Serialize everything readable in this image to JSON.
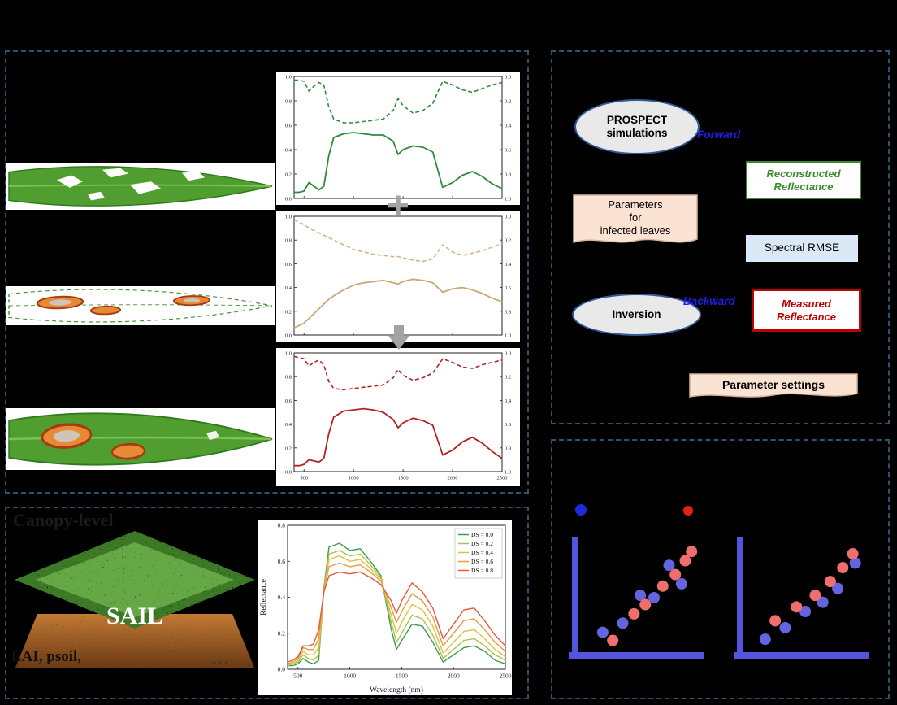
{
  "colors": {
    "panel_border": "#2c526e",
    "forward_backward_blue": "#1f1fe8",
    "reconstructed_green": "#3a8a2e",
    "measured_red": "#c00000",
    "banner_peach": "#fbe3d4",
    "rmse_bg": "#dbe9f6",
    "operator_gray": "#a3a3a3",
    "scatter_axis_blue": "#5454dc",
    "scatter_point_blue": "#6464e0",
    "scatter_point_red": "#ef6e6e"
  },
  "panel_a": {
    "plus": "+"
  },
  "panel_b": {
    "prospect": "PROSPECT\nsimulations",
    "forward": "Forward",
    "reconstructed": "Reconstructed\nReflectance",
    "parameters": "Parameters\nfor\ninfected leaves",
    "rmse": "Spectral RMSE",
    "inversion": "Inversion",
    "backward": "Backward",
    "measured": "Measured\nReflectance",
    "parameter_settings": "Parameter settings"
  },
  "panel_c": {
    "heading": "Canopy-level",
    "sail": "SAIL",
    "inputs": "LAI, psoil,",
    "ellipsis": "…"
  },
  "chart_data": {
    "healthy_leaf": {
      "type": "line",
      "xlim": [
        400,
        2500
      ],
      "ylim": [
        0,
        1
      ],
      "yticks": [
        0.0,
        0.2,
        0.4,
        0.6,
        0.8,
        1.0
      ],
      "right_axis": {
        "reversed": true,
        "ticks": [
          0.0,
          0.2,
          0.4,
          0.6,
          0.8,
          1.0
        ]
      },
      "xticks": [
        500,
        1000,
        1500,
        2000,
        2500
      ],
      "show_xtick_labels": false,
      "tick_font": 6.5,
      "margins": {
        "l": 22,
        "r": 22,
        "t": 6,
        "b": 8
      },
      "x": [
        400,
        450,
        500,
        550,
        600,
        650,
        700,
        750,
        800,
        900,
        1000,
        1100,
        1200,
        1300,
        1400,
        1450,
        1500,
        1600,
        1700,
        1800,
        1900,
        2000,
        2100,
        2200,
        2300,
        2400,
        2500
      ],
      "series": [
        {
          "name": "reflectance",
          "style": "solid",
          "color": "#2e8b3a",
          "width": 1.8,
          "values": [
            0.05,
            0.05,
            0.06,
            0.13,
            0.1,
            0.07,
            0.1,
            0.35,
            0.5,
            0.53,
            0.54,
            0.53,
            0.52,
            0.52,
            0.47,
            0.36,
            0.4,
            0.43,
            0.42,
            0.38,
            0.09,
            0.13,
            0.19,
            0.22,
            0.18,
            0.12,
            0.08
          ]
        },
        {
          "name": "transmittance",
          "style": "dashed",
          "color": "#2e8b3a",
          "width": 1.6,
          "values": [
            0.97,
            0.97,
            0.96,
            0.88,
            0.92,
            0.95,
            0.93,
            0.75,
            0.65,
            0.62,
            0.62,
            0.63,
            0.64,
            0.65,
            0.72,
            0.82,
            0.76,
            0.7,
            0.72,
            0.78,
            0.96,
            0.93,
            0.89,
            0.87,
            0.9,
            0.93,
            0.95
          ]
        }
      ]
    },
    "lesion_tissue": {
      "type": "line",
      "xlim": [
        400,
        2500
      ],
      "ylim": [
        0,
        1
      ],
      "yticks": [
        0.0,
        0.2,
        0.4,
        0.6,
        0.8,
        1.0
      ],
      "right_axis": {
        "reversed": true,
        "ticks": [
          0.0,
          0.2,
          0.4,
          0.6,
          0.8,
          1.0
        ]
      },
      "xticks": [
        500,
        1000,
        1500,
        2000,
        2500
      ],
      "show_xtick_labels": false,
      "tick_font": 6.5,
      "margins": {
        "l": 22,
        "r": 22,
        "t": 6,
        "b": 8
      },
      "x": [
        400,
        450,
        500,
        550,
        600,
        650,
        700,
        750,
        800,
        900,
        1000,
        1100,
        1200,
        1300,
        1400,
        1450,
        1500,
        1600,
        1700,
        1800,
        1900,
        2000,
        2100,
        2200,
        2300,
        2400,
        2500
      ],
      "series": [
        {
          "name": "reflectance",
          "style": "solid",
          "color": "#c9a878",
          "width": 1.8,
          "values": [
            0.06,
            0.08,
            0.1,
            0.14,
            0.18,
            0.22,
            0.26,
            0.3,
            0.33,
            0.38,
            0.42,
            0.44,
            0.45,
            0.46,
            0.44,
            0.43,
            0.45,
            0.47,
            0.46,
            0.44,
            0.36,
            0.39,
            0.4,
            0.38,
            0.35,
            0.31,
            0.28
          ]
        },
        {
          "name": "transmittance",
          "style": "dashed",
          "color": "#d4b48a",
          "width": 1.6,
          "values": [
            0.97,
            0.95,
            0.93,
            0.9,
            0.88,
            0.86,
            0.84,
            0.82,
            0.8,
            0.76,
            0.72,
            0.7,
            0.68,
            0.67,
            0.66,
            0.66,
            0.65,
            0.63,
            0.62,
            0.64,
            0.76,
            0.7,
            0.67,
            0.69,
            0.71,
            0.74,
            0.77
          ]
        }
      ]
    },
    "infected_leaf": {
      "type": "line",
      "xlim": [
        400,
        2500
      ],
      "ylim": [
        0,
        1
      ],
      "yticks": [
        0.0,
        0.2,
        0.4,
        0.6,
        0.8,
        1.0
      ],
      "right_axis": {
        "reversed": true,
        "ticks": [
          0.0,
          0.2,
          0.4,
          0.6,
          0.8,
          1.0
        ]
      },
      "xticks": [
        500,
        1000,
        1500,
        2000,
        2500
      ],
      "show_xtick_labels": true,
      "tick_font": 6.5,
      "margins": {
        "l": 22,
        "r": 22,
        "t": 6,
        "b": 18
      },
      "x": [
        400,
        450,
        500,
        550,
        600,
        650,
        700,
        750,
        800,
        900,
        1000,
        1100,
        1200,
        1300,
        1400,
        1450,
        1500,
        1600,
        1700,
        1800,
        1900,
        2000,
        2100,
        2200,
        2300,
        2400,
        2500
      ],
      "series": [
        {
          "name": "reflectance",
          "style": "solid",
          "color": "#b22222",
          "width": 1.8,
          "values": [
            0.05,
            0.05,
            0.06,
            0.1,
            0.09,
            0.08,
            0.11,
            0.32,
            0.46,
            0.51,
            0.52,
            0.53,
            0.52,
            0.5,
            0.44,
            0.37,
            0.41,
            0.45,
            0.43,
            0.39,
            0.14,
            0.18,
            0.25,
            0.29,
            0.24,
            0.17,
            0.11
          ]
        },
        {
          "name": "transmittance",
          "style": "dashed",
          "color": "#b22222",
          "width": 1.6,
          "values": [
            0.97,
            0.96,
            0.95,
            0.89,
            0.92,
            0.94,
            0.9,
            0.76,
            0.7,
            0.69,
            0.7,
            0.71,
            0.72,
            0.73,
            0.79,
            0.86,
            0.81,
            0.77,
            0.79,
            0.83,
            0.95,
            0.92,
            0.88,
            0.87,
            0.9,
            0.92,
            0.94
          ]
        }
      ]
    },
    "canopy": {
      "type": "line",
      "xlim": [
        400,
        2500
      ],
      "ylim": [
        0,
        0.8
      ],
      "yticks": [
        0.0,
        0.2,
        0.4,
        0.6,
        0.8
      ],
      "xticks": [
        500,
        1000,
        1500,
        2000,
        2500
      ],
      "show_xtick_labels": true,
      "tick_font": 7.5,
      "xlabel": "Wavelength (nm)",
      "ylabel": "Reflectance",
      "margins": {
        "l": 36,
        "r": 8,
        "t": 6,
        "b": 32
      },
      "legend": [
        {
          "label": "DS = 0.0",
          "color": "#3f9b4f"
        },
        {
          "label": "DS = 0.2",
          "color": "#a9c34b"
        },
        {
          "label": "DS = 0.4",
          "color": "#e2c03e"
        },
        {
          "label": "DS = 0.6",
          "color": "#eb9a3c"
        },
        {
          "label": "DS = 0.8",
          "color": "#e25b3c"
        }
      ],
      "x": [
        400,
        450,
        500,
        550,
        600,
        650,
        700,
        750,
        800,
        900,
        1000,
        1100,
        1200,
        1300,
        1400,
        1450,
        1500,
        1600,
        1700,
        1800,
        1900,
        2000,
        2100,
        2200,
        2300,
        2400,
        2500
      ],
      "series": [
        {
          "name": "DS = 0.0",
          "style": "solid",
          "color": "#3f9b4f",
          "width": 1.4,
          "values": [
            0.02,
            0.02,
            0.03,
            0.06,
            0.04,
            0.03,
            0.05,
            0.45,
            0.68,
            0.7,
            0.66,
            0.67,
            0.6,
            0.52,
            0.22,
            0.11,
            0.16,
            0.25,
            0.24,
            0.15,
            0.04,
            0.08,
            0.12,
            0.13,
            0.1,
            0.05,
            0.03
          ]
        },
        {
          "name": "DS = 0.2",
          "style": "solid",
          "color": "#a9c34b",
          "width": 1.4,
          "values": [
            0.02,
            0.03,
            0.04,
            0.08,
            0.06,
            0.05,
            0.08,
            0.44,
            0.64,
            0.66,
            0.63,
            0.64,
            0.58,
            0.51,
            0.26,
            0.15,
            0.2,
            0.3,
            0.28,
            0.19,
            0.06,
            0.11,
            0.16,
            0.17,
            0.13,
            0.08,
            0.05
          ]
        },
        {
          "name": "DS = 0.4",
          "style": "solid",
          "color": "#e2c03e",
          "width": 1.4,
          "values": [
            0.03,
            0.03,
            0.05,
            0.1,
            0.08,
            0.08,
            0.12,
            0.44,
            0.61,
            0.63,
            0.6,
            0.61,
            0.56,
            0.5,
            0.3,
            0.2,
            0.26,
            0.36,
            0.33,
            0.24,
            0.09,
            0.15,
            0.21,
            0.22,
            0.17,
            0.11,
            0.07
          ]
        },
        {
          "name": "DS = 0.6",
          "style": "solid",
          "color": "#eb9a3c",
          "width": 1.4,
          "values": [
            0.03,
            0.04,
            0.06,
            0.12,
            0.11,
            0.11,
            0.17,
            0.44,
            0.57,
            0.59,
            0.57,
            0.58,
            0.54,
            0.49,
            0.34,
            0.26,
            0.32,
            0.42,
            0.38,
            0.29,
            0.13,
            0.2,
            0.27,
            0.28,
            0.22,
            0.15,
            0.1
          ]
        },
        {
          "name": "DS = 0.8",
          "style": "solid",
          "color": "#e25b3c",
          "width": 1.4,
          "values": [
            0.04,
            0.05,
            0.07,
            0.13,
            0.13,
            0.14,
            0.22,
            0.43,
            0.52,
            0.54,
            0.53,
            0.54,
            0.51,
            0.47,
            0.38,
            0.31,
            0.38,
            0.48,
            0.43,
            0.34,
            0.17,
            0.25,
            0.33,
            0.34,
            0.27,
            0.19,
            0.13
          ]
        }
      ]
    },
    "scatter_left": {
      "type": "scatter",
      "xlim": [
        0,
        1
      ],
      "ylim": [
        0,
        1
      ],
      "axis_style": "thick-L",
      "axis_color": "#5454dc",
      "point_r": 7,
      "margins": {
        "l": 10,
        "r": 6,
        "t": 6,
        "b": 10
      },
      "series": [
        {
          "name": "blue-points",
          "color": "#6464e0",
          "points": [
            [
              0.22,
              0.2
            ],
            [
              0.38,
              0.28
            ],
            [
              0.52,
              0.52
            ],
            [
              0.63,
              0.5
            ],
            [
              0.75,
              0.78
            ],
            [
              0.85,
              0.62
            ]
          ]
        },
        {
          "name": "red-points",
          "color": "#ef6e6e",
          "points": [
            [
              0.3,
              0.13
            ],
            [
              0.47,
              0.36
            ],
            [
              0.56,
              0.44
            ],
            [
              0.7,
              0.6
            ],
            [
              0.8,
              0.7
            ],
            [
              0.88,
              0.82
            ],
            [
              0.93,
              0.9
            ]
          ]
        }
      ]
    },
    "scatter_right": {
      "type": "scatter",
      "xlim": [
        0,
        1
      ],
      "ylim": [
        0,
        1
      ],
      "axis_style": "thick-L",
      "axis_color": "#5454dc",
      "point_r": 7,
      "margins": {
        "l": 10,
        "r": 6,
        "t": 6,
        "b": 10
      },
      "series": [
        {
          "name": "blue-points",
          "color": "#6464e0",
          "points": [
            [
              0.2,
              0.14
            ],
            [
              0.36,
              0.24
            ],
            [
              0.52,
              0.38
            ],
            [
              0.66,
              0.46
            ],
            [
              0.78,
              0.58
            ],
            [
              0.92,
              0.8
            ]
          ]
        },
        {
          "name": "red-points",
          "color": "#ef6e6e",
          "points": [
            [
              0.28,
              0.3
            ],
            [
              0.45,
              0.42
            ],
            [
              0.6,
              0.52
            ],
            [
              0.72,
              0.64
            ],
            [
              0.82,
              0.76
            ],
            [
              0.9,
              0.88
            ]
          ]
        }
      ]
    }
  }
}
